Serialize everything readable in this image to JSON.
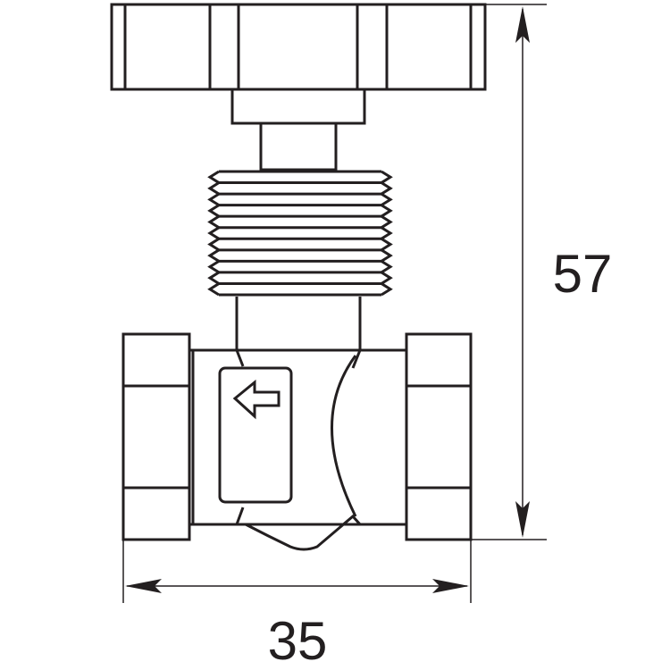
{
  "drawing": {
    "subject": "valve-with-handwheel",
    "colors": {
      "stroke": "#231f20",
      "background": "#ffffff"
    },
    "dimensions": {
      "height": {
        "value": "57"
      },
      "width": {
        "value": "35"
      }
    },
    "flow_arrow_direction": "left"
  }
}
